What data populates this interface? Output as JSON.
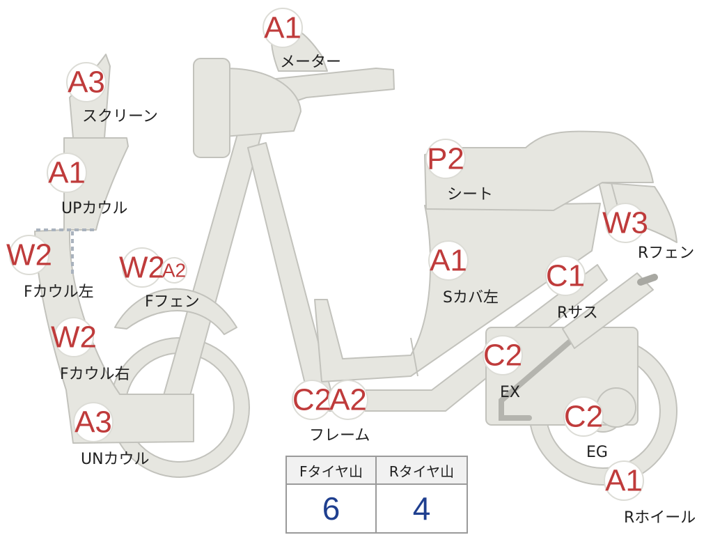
{
  "badges": [
    {
      "code": "A1",
      "label": "メーター"
    },
    {
      "code": "A3",
      "label": "スクリーン"
    },
    {
      "code": "A1",
      "label": "UPカウル"
    },
    {
      "code": "W2",
      "label": "Fカウル左"
    },
    {
      "code": "W2",
      "code2": "A2",
      "label": "Fフェン"
    },
    {
      "code": "W2",
      "label": "Fカウル右"
    },
    {
      "code": "A3",
      "label": "UNカウル"
    },
    {
      "code": "C2",
      "code2": "A2",
      "label": "フレーム"
    },
    {
      "code": "P2",
      "label": "シート"
    },
    {
      "code": "A1",
      "label": "Sカバ左"
    },
    {
      "code": "W3",
      "label": "Rフェン"
    },
    {
      "code": "C1",
      "label": "Rサス"
    },
    {
      "code": "C2",
      "label": "EX"
    },
    {
      "code": "C2",
      "label": "EG"
    },
    {
      "code": "A1",
      "label": "Rホイール"
    }
  ],
  "tread_table": {
    "headers": [
      "Fタイヤ山",
      "Rタイヤ山"
    ],
    "values": [
      "6",
      "4"
    ]
  },
  "colors": {
    "part_fill": "#e6e6e0",
    "part_stroke": "#c2c2bc",
    "badge_text": "#bf3b3b",
    "table_value": "#1f3f8f"
  }
}
